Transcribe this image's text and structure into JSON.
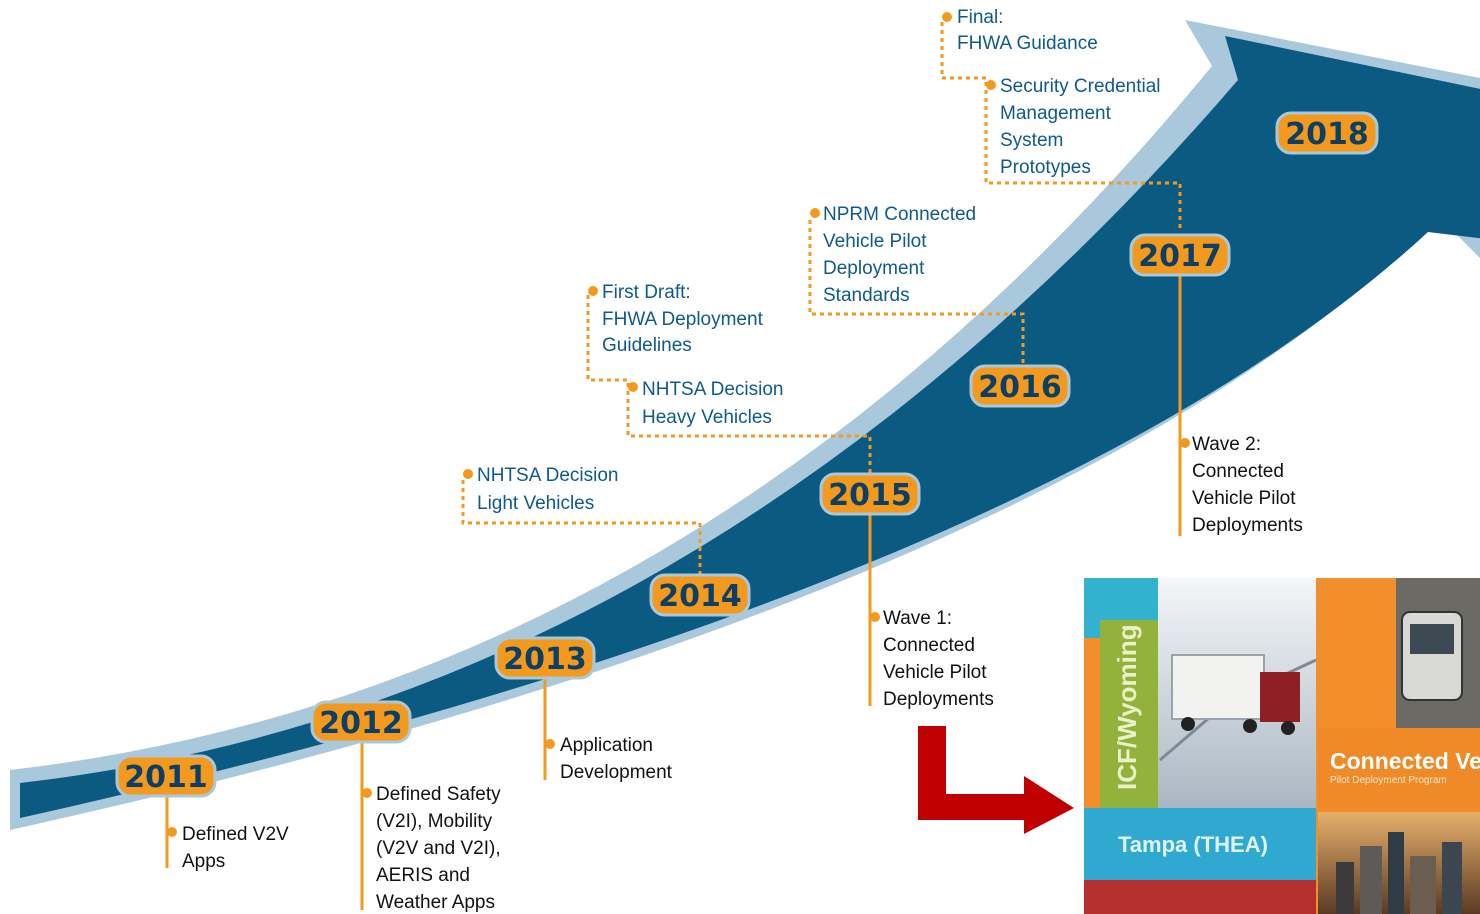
{
  "years": [
    "2011",
    "2012",
    "2013",
    "2014",
    "2015",
    "2016",
    "2017",
    "2018"
  ],
  "below_notes": {
    "y2011": [
      "Defined V2V",
      "Apps"
    ],
    "y2012": [
      "Defined Safety",
      "(V2I), Mobility",
      "(V2V and V2I),",
      "AERIS and",
      "Weather Apps"
    ],
    "y2013": [
      "Application",
      "Development"
    ],
    "y2015": [
      "Wave 1:",
      "Connected",
      "Vehicle Pilot",
      "Deployments"
    ],
    "y2017": [
      "Wave 2:",
      "Connected",
      "Vehicle Pilot",
      "Deployments"
    ]
  },
  "above_notes": {
    "nhtsa_light": [
      "NHTSA Decision",
      "Light Vehicles"
    ],
    "first_draft": [
      "First Draft:",
      "FHWA Deployment",
      "Guidelines"
    ],
    "nhtsa_heavy": [
      "NHTSA Decision",
      "Heavy Vehicles"
    ],
    "nprm": [
      "NPRM Connected",
      "Vehicle Pilot",
      "Deployment",
      "Standards"
    ],
    "final": [
      "Final:",
      "FHWA Guidance"
    ],
    "scms": [
      "Security Credential",
      "Management",
      "System",
      "Prototypes"
    ]
  },
  "collage": {
    "vertical_label": "ICF/Wyoming",
    "tampa_label": "Tampa (THEA)",
    "banner_title": "Connected Ve",
    "banner_subtitle": "Pilot Deployment Program"
  },
  "colors": {
    "arrow_fill": "#0b5a82",
    "arrow_border": "#a9c8dc",
    "badge_fill": "#f39a1e",
    "connector_orange": "#f39a1e",
    "note_blue": "#0f5a88",
    "red_arrow": "#c00000"
  }
}
